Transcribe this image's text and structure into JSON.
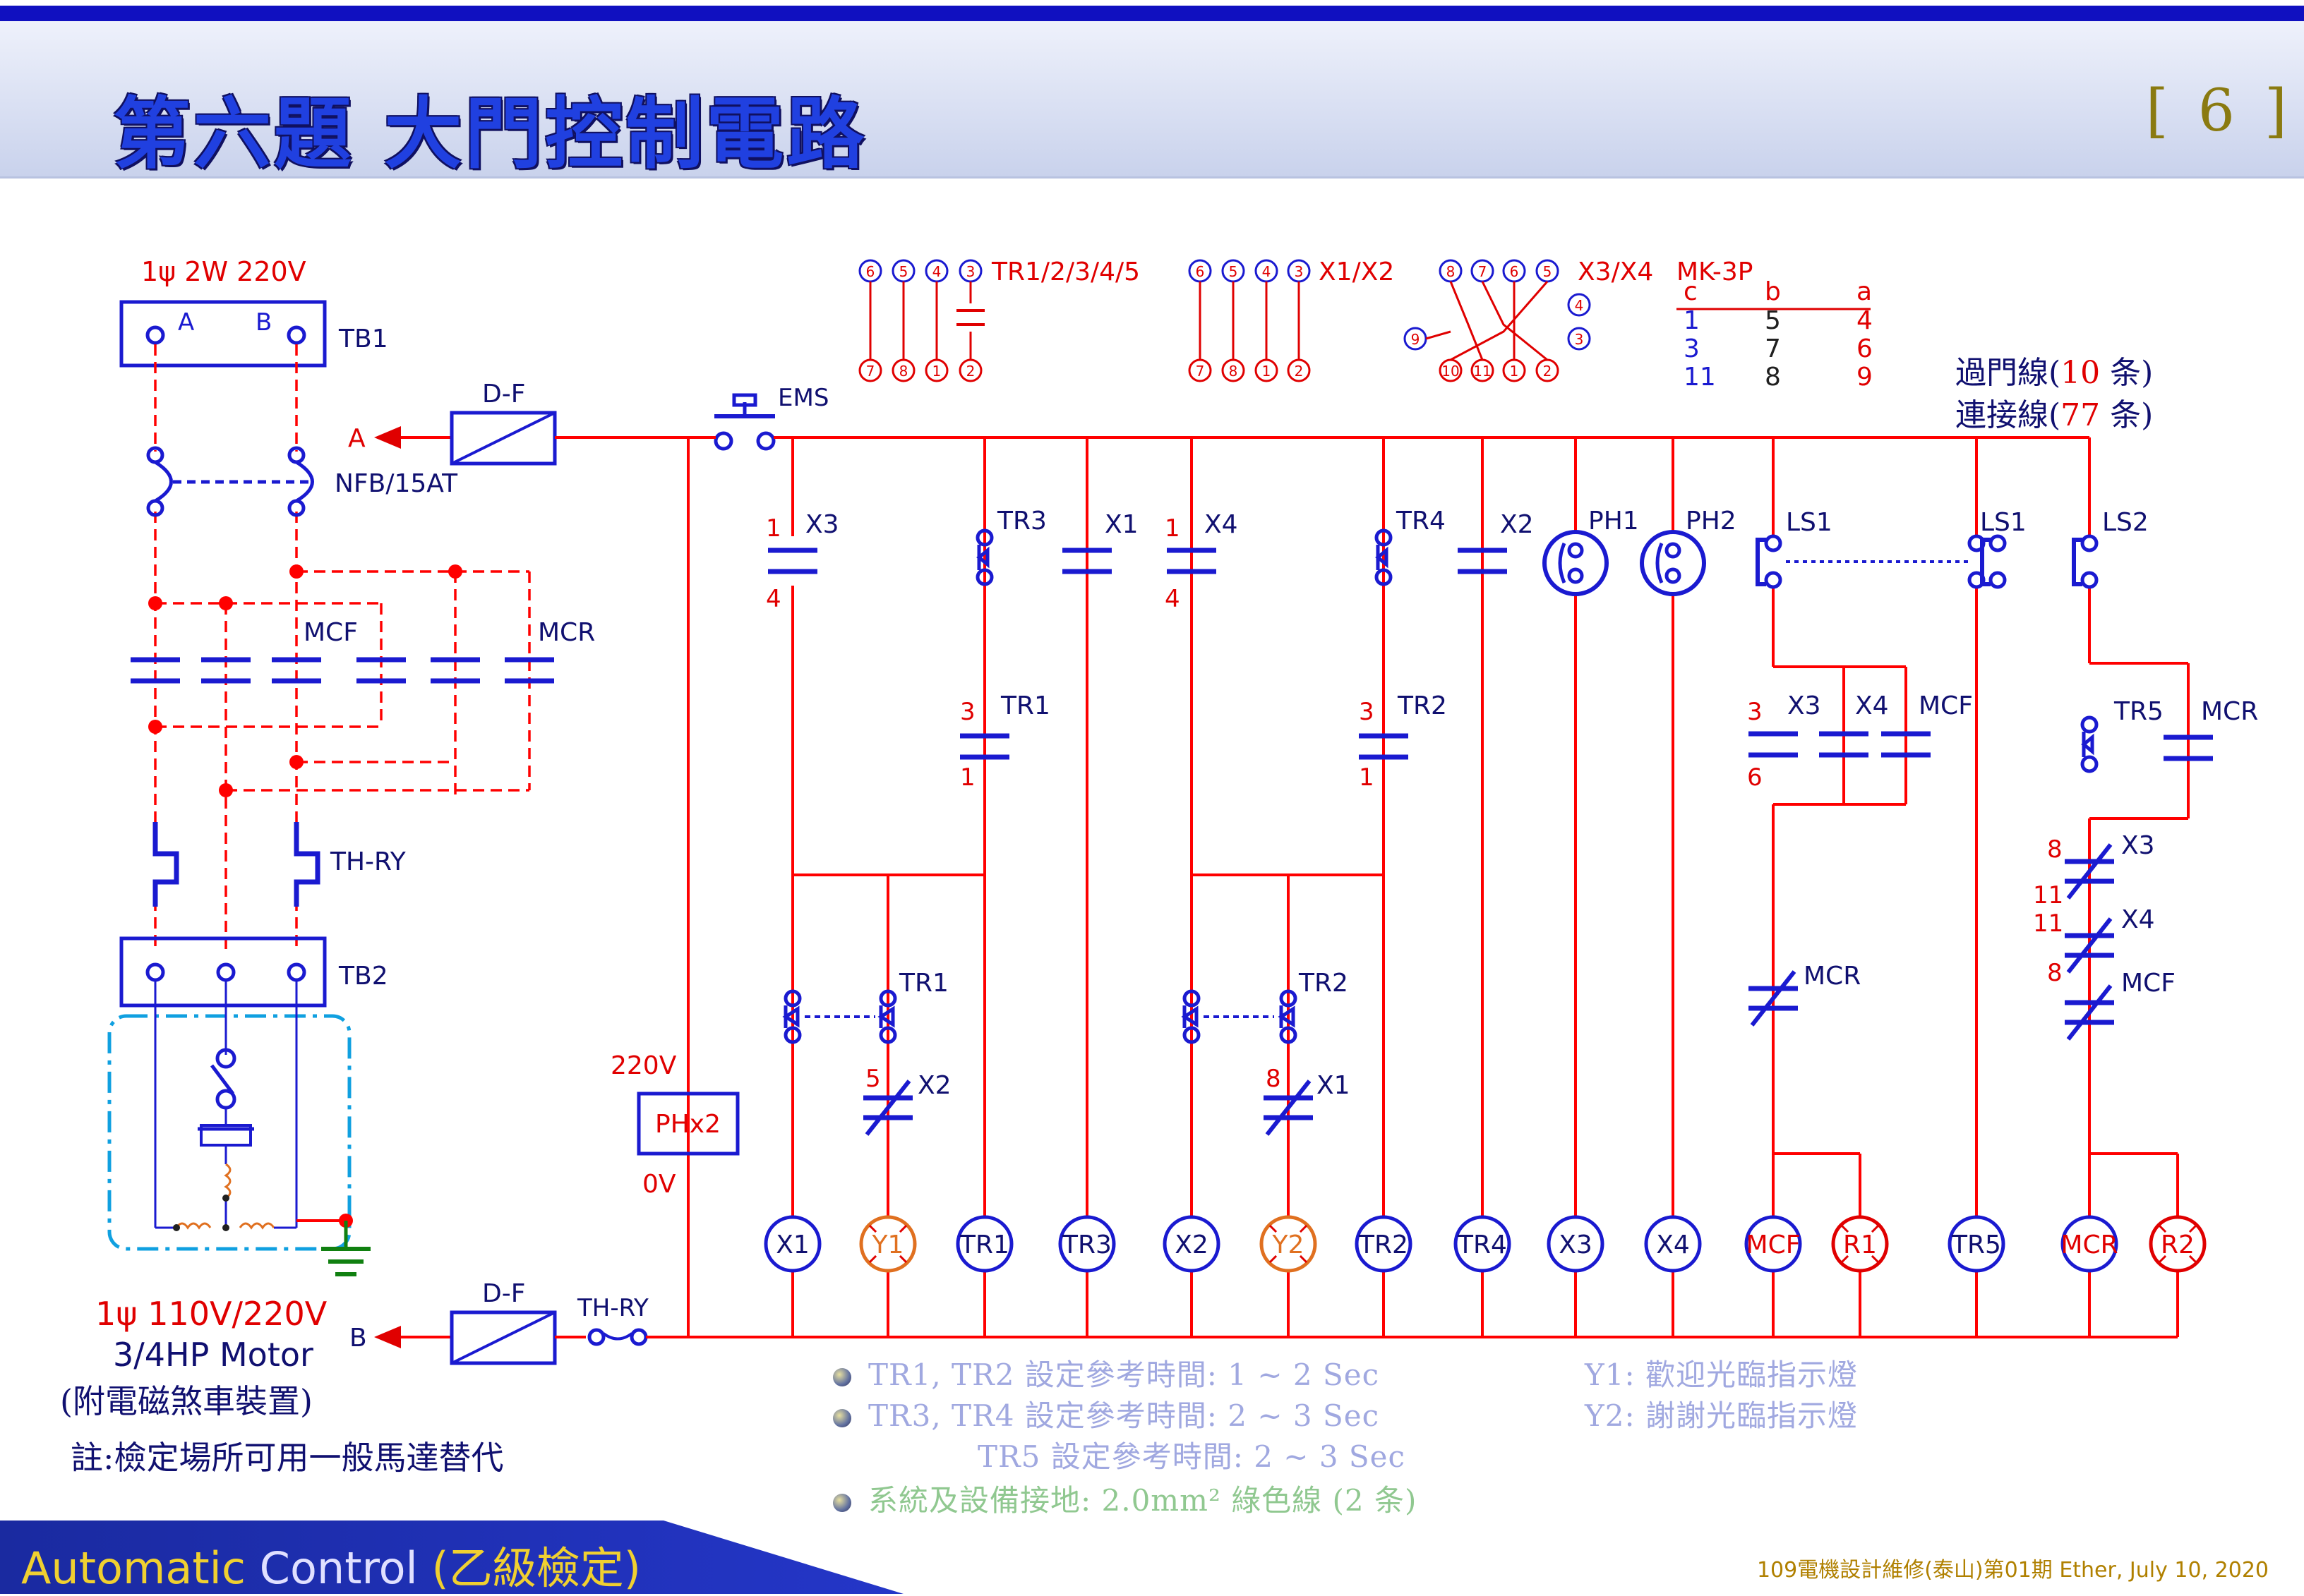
{
  "title": "第六題 大門控制電路",
  "page_number": "[ 6 ]",
  "supply": "1ψ 2W 220V",
  "terminals": {
    "tb1": "TB1",
    "tb2": "TB2",
    "a": "A",
    "b": "B"
  },
  "components": {
    "nfb": "NFB/15AT",
    "df": "D-F",
    "ems": "EMS",
    "thry": "TH-RY",
    "mcf": "MCF",
    "mcr": "MCR",
    "phx2": "PHx2",
    "v220": "220V",
    "v0": "0V"
  },
  "relay_legend": {
    "tr": "TR1/2/3/4/5",
    "x12": "X1/X2",
    "x34": "X3/X4",
    "mk3p": "MK-3P",
    "table_header": [
      "c",
      "b",
      "a"
    ],
    "table_rows": [
      [
        "1",
        "5",
        "4"
      ],
      [
        "3",
        "7",
        "6"
      ],
      [
        "11",
        "8",
        "9"
      ]
    ]
  },
  "wire_counts": {
    "line1_prefix": "過門線(",
    "line1_num": "10",
    "line1_suffix": " 条)",
    "line2_prefix": "連接線(",
    "line2_num": "77",
    "line2_suffix": " 条)"
  },
  "ladder": {
    "labels": [
      "X3",
      "TR3",
      "X1",
      "X4",
      "TR4",
      "X2",
      "PH1",
      "PH2",
      "LS1",
      "LS1",
      "LS2",
      "TR1",
      "TR2",
      "X3",
      "X4",
      "MCF",
      "TR5",
      "MCR",
      "TR1",
      "TR2",
      "X2",
      "X1",
      "MCR",
      "X3",
      "X4",
      "MCF"
    ],
    "loads": [
      "X1",
      "Y1",
      "TR1",
      "TR3",
      "X2",
      "Y2",
      "TR2",
      "TR4",
      "X3",
      "X4",
      "MCF",
      "R1",
      "TR5",
      "MCR",
      "R2"
    ]
  },
  "motor": {
    "line1": "1ψ 110V/220V",
    "line2": "3/4HP Motor",
    "line3": "(附電磁煞車裝置)",
    "line4": "註:檢定場所可用一般馬達替代"
  },
  "notes": {
    "n1": "TR1, TR2 設定參考時間: 1 ~ 2 Sec",
    "n2": "TR3, TR4 設定參考時間: 2 ~ 3 Sec",
    "n3": "TR5 設定參考時間: 2 ~ 3 Sec",
    "n4": "系統及設備接地: 2.0mm² 綠色線 (2 条)",
    "y1": "Y1: 歡迎光臨指示燈",
    "y2": "Y2: 謝謝光臨指示燈"
  },
  "bottom": {
    "part1": "Automatic ",
    "part2": "Control ",
    "part3": "(乙級檢定)"
  },
  "footer": "109電機設計維修(泰山)第01期 Ether, July 10, 2020",
  "colors": {
    "wire": "#ff0000",
    "component": "#1a1ad0",
    "title": "#2040e0",
    "lamp_orange": "#e07020",
    "ground": "#108010"
  }
}
